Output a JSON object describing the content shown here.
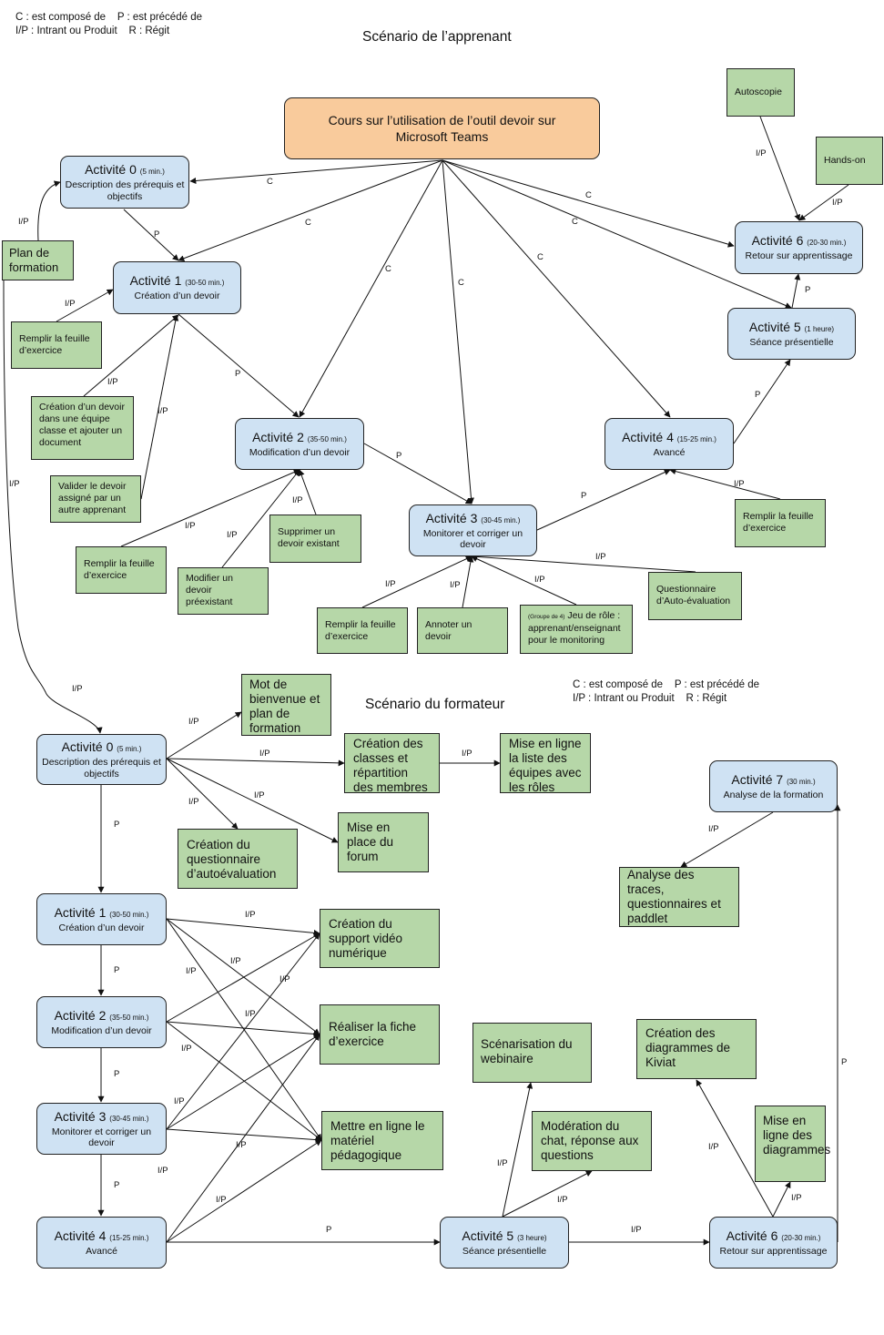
{
  "legend": {
    "top": "C : est composé de    P : est précédé de\nI/P : Intrant ou Produit    R : Régit",
    "bottom": "C : est composé de    P : est précédé de\nI/P : Intrant ou Produit    R : Régit"
  },
  "titles": {
    "apprenant": "Scénario de l’apprenant",
    "formateur": "Scénario du formateur"
  },
  "apprenant": {
    "course": "Cours sur l’utilisation de l’outil devoir sur Microsoft Teams",
    "act0": {
      "title": "Activité 0",
      "dur": "(5 min.)",
      "sub": "Description des prérequis et objectifs"
    },
    "act1": {
      "title": "Activité 1",
      "dur": "(30-50 min.)",
      "sub": "Création d’un devoir"
    },
    "act2": {
      "title": "Activité 2",
      "dur": "(35-50 min.)",
      "sub": "Modification d’un devoir"
    },
    "act3": {
      "title": "Activité 3",
      "dur": "(30-45 min.)",
      "sub": "Monitorer et corriger un devoir"
    },
    "act4": {
      "title": "Activité 4",
      "dur": "(15-25 min.)",
      "sub": "Avancé"
    },
    "act5": {
      "title": "Activité 5",
      "dur": "(1 heure)",
      "sub": "Séance présentielle"
    },
    "act6": {
      "title": "Activité 6",
      "dur": "(20-30 min.)",
      "sub": "Retour sur apprentissage"
    },
    "plan": "Plan de formation",
    "g1a": "Remplir la feuille d’exercice",
    "g1b": "Création d’un devoir dans une équipe classe et ajouter un document",
    "g1c": "Valider le devoir assigné par un autre apprenant",
    "g2a": "Remplir la feuille d’exercice",
    "g2b": "Modifier un devoir préexistant",
    "g2c": "Supprimer un devoir existant",
    "g3a": "Remplir la feuille d’exercice",
    "g3b": "Annoter un devoir",
    "g3c_small": "(Groupe de 4)",
    "g3c": " Jeu de rôle : apprenant/enseignant pour le monitoring",
    "g3d": "Questionnaire d’Auto-évaluation",
    "g4a": "Remplir la feuille d’exercice",
    "autoscopie": "Autoscopie",
    "handson": "Hands-on"
  },
  "formateur": {
    "act0": {
      "title": "Activité 0",
      "dur": "(5 min.)",
      "sub": "Description des prérequis et objectifs"
    },
    "act1": {
      "title": "Activité 1",
      "dur": "(30-50 min.)",
      "sub": "Création d’un devoir"
    },
    "act2": {
      "title": "Activité 2",
      "dur": "(35-50 min.)",
      "sub": "Modification d’un devoir"
    },
    "act3": {
      "title": "Activité 3",
      "dur": "(30-45 min.)",
      "sub": "Monitorer et corriger un devoir"
    },
    "act4": {
      "title": "Activité 4",
      "dur": "(15-25 min.)",
      "sub": "Avancé"
    },
    "act5": {
      "title": "Activité 5",
      "dur": "(3 heure)",
      "sub": "Séance présentielle"
    },
    "act6": {
      "title": "Activité 6",
      "dur": "(20-30 min.)",
      "sub": "Retour sur apprentissage"
    },
    "act7": {
      "title": "Activité 7",
      "dur": "(30 min.)",
      "sub": "Analyse de la formation"
    },
    "mot": "Mot de bienvenue et plan de formation",
    "classes": "Création des classes et répartition des membres",
    "miseligne": "Mise en ligne la liste des équipes avec les rôles",
    "questionnaire": "Création du questionnaire d’autoévaluation",
    "forum": "Mise en place du forum",
    "video": "Création du support vidéo numérique",
    "fiche": "Réaliser la fiche d’exercice",
    "materiel": "Mettre en ligne le matériel pédagogique",
    "webinaire": "Scénarisation du webinaire",
    "moderation": "Modération du chat, réponse aux questions",
    "kiviat": "Création des diagrammes de Kiviat",
    "diagrammes": "Mise en ligne des diagrammes",
    "analyse": "Analyse des traces, questionnaires et paddlet"
  },
  "edge_labels": {
    "C": "C",
    "P": "P",
    "IP": "I/P"
  }
}
